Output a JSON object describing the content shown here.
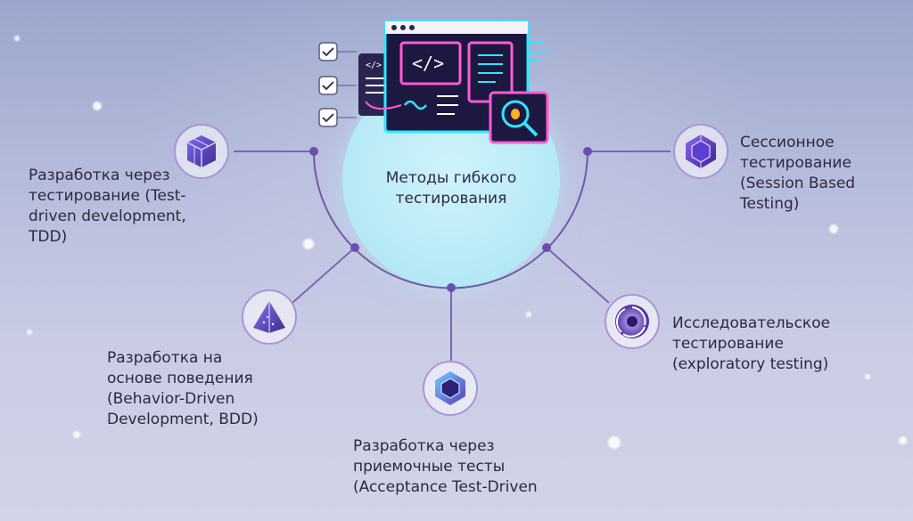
{
  "center": {
    "line1": "Методы гибкого",
    "line2": "тестирования"
  },
  "methods": [
    {
      "lines": [
        "Разработка через",
        "тестирование (Test-",
        "driven development,",
        "TDD)"
      ],
      "icon": "cube-icon"
    },
    {
      "lines": [
        "Разработка на",
        "основе поведения",
        "(Behavior-Driven",
        "Development, BDD)"
      ],
      "icon": "pyramid-icon"
    },
    {
      "lines": [
        "Разработка через",
        "приемочные тесты",
        "(Acceptance Test-Driven"
      ],
      "icon": "hexagon-icon"
    },
    {
      "lines": [
        "Исследовательское",
        "тестирование",
        "(exploratory testing)"
      ],
      "icon": "vortex-icon"
    },
    {
      "lines": [
        "Сессионное",
        "тестирование",
        "(Session Based",
        "Testing)"
      ],
      "icon": "gem-icon"
    }
  ],
  "illustration": {
    "code_symbol": "</>",
    "window_icon": "code-window-icon",
    "bug_icon": "bug-magnifier-icon",
    "check_icon": "checkbox-icon"
  },
  "colors": {
    "accent_line": "#6f5aa8",
    "circle_fill": "#b8eaf6",
    "neon_cyan": "#31e6ff",
    "neon_pink": "#ff5bd6"
  }
}
